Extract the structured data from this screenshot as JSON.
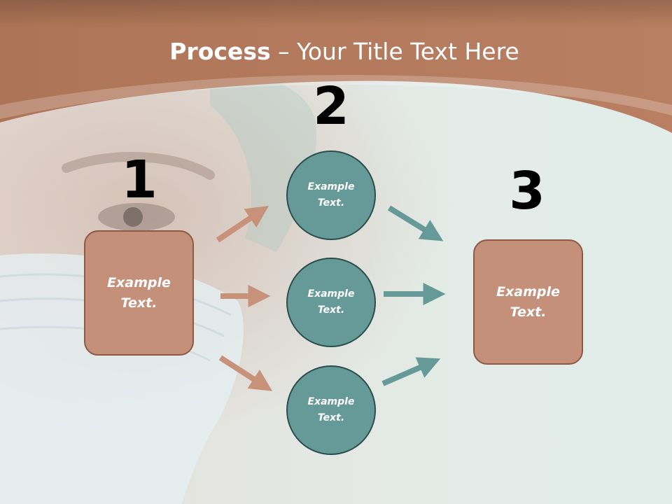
{
  "slide": {
    "title_bold": "Process",
    "title_rest": " – Your Title Text Here",
    "colors": {
      "banner": "#b3785b",
      "box_fill": "#c4907a",
      "box_border": "#8f5a45",
      "circle_fill": "#669a98",
      "circle_border": "#2a4e4c",
      "arrow_left": "#c8917a",
      "arrow_right": "#669a98"
    }
  },
  "steps": {
    "one": {
      "number": "1",
      "text": "Example Text."
    },
    "two": {
      "number": "2"
    },
    "three": {
      "number": "3",
      "text": "Example Text."
    }
  },
  "circles": [
    {
      "text": "Example Text."
    },
    {
      "text": "Example Text."
    },
    {
      "text": "Example Text."
    }
  ]
}
